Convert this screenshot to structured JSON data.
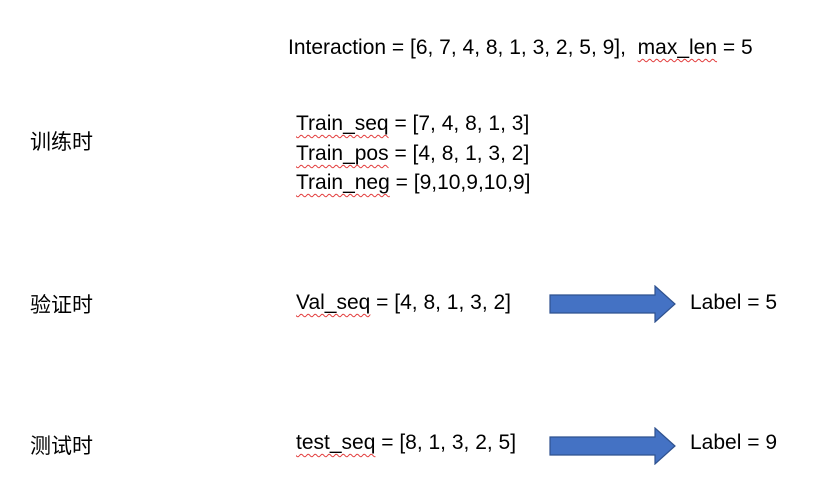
{
  "header": {
    "interaction_text": "Interaction = [6, 7, 4, 8, 1, 3, 2, 5, 9],",
    "max_len_word": "max_len",
    "max_len_rest": " = 5"
  },
  "train": {
    "label": "训练时",
    "seq_word": "Train_seq",
    "seq_rest": " = [7, 4, 8, 1, 3]",
    "pos_word": "Train_pos",
    "pos_rest": " = [4, 8, 1, 3, 2]",
    "neg_word": "Train_neg",
    "neg_rest": " = [9,10,9,10,9]"
  },
  "val": {
    "label": "验证时",
    "seq_word": "Val_seq",
    "seq_rest": " = [4, 8, 1, 3, 2]",
    "result": "Label = 5"
  },
  "test": {
    "label": "测试时",
    "seq_word": "test_seq",
    "seq_rest": " = [8, 1, 3, 2, 5]",
    "result": "Label = 9"
  },
  "colors": {
    "arrow_fill": "#4472c4",
    "arrow_stroke": "#2f528f",
    "spellcheck": "#e23b3b"
  }
}
